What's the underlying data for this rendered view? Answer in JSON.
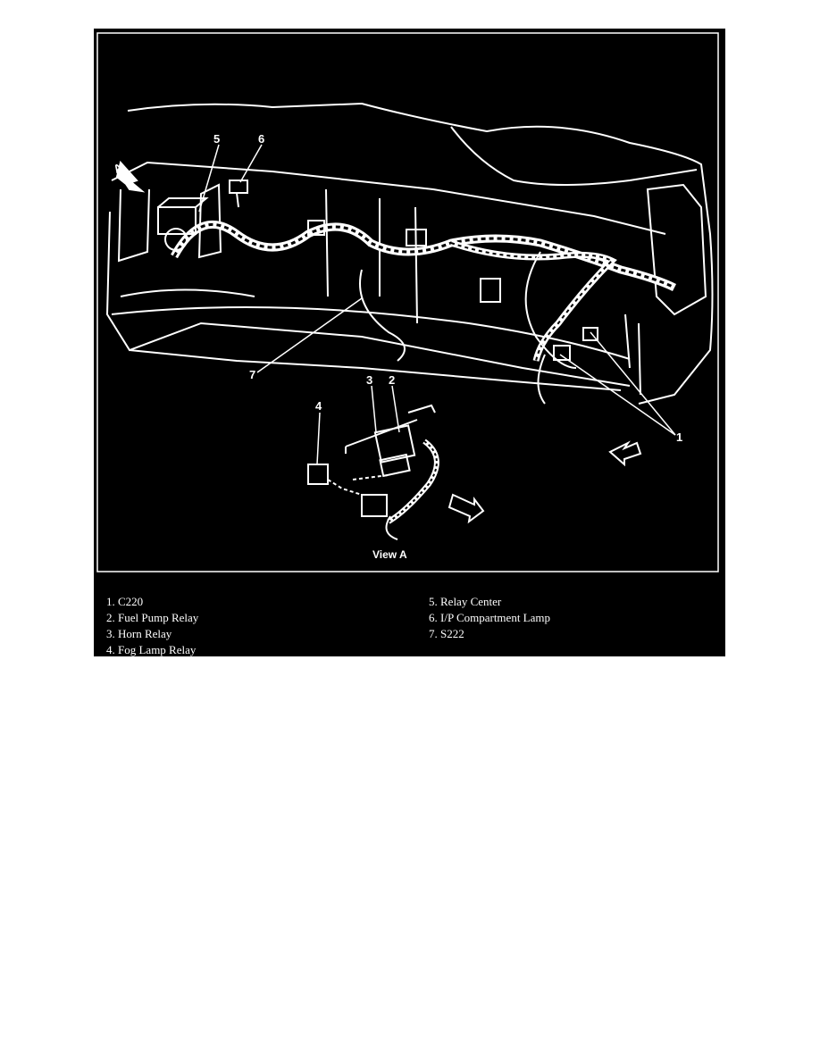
{
  "diagram": {
    "callouts": [
      "1",
      "2",
      "3",
      "4",
      "5",
      "6",
      "7"
    ],
    "view_label": "View A",
    "view_marker": "A"
  },
  "legend": {
    "left": [
      "1. C220",
      "2. Fuel Pump Relay",
      "3. Horn Relay",
      "4. Fog Lamp Relay"
    ],
    "right": [
      "5. Relay Center",
      "6. I/P Compartment Lamp",
      "7. S222"
    ]
  },
  "colors": {
    "background": "#000000",
    "linework": "#ffffff",
    "page": "#ffffff"
  }
}
